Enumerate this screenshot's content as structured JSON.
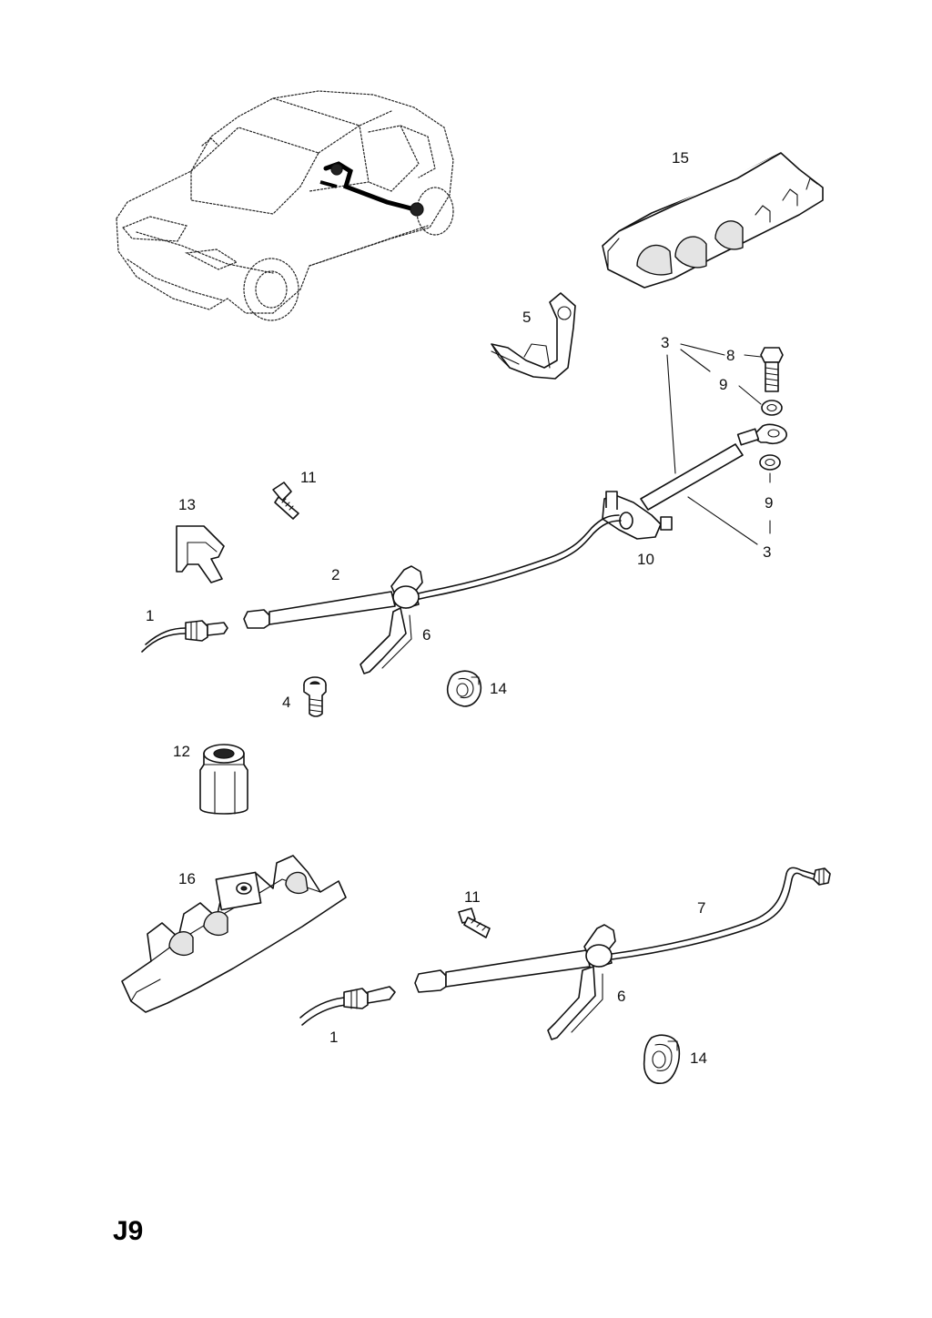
{
  "page": {
    "code": "J9"
  },
  "callouts": {
    "c1a": "1",
    "c1b": "1",
    "c2": "2",
    "c3a": "3",
    "c3b": "3",
    "c4": "4",
    "c5": "5",
    "c6a": "6",
    "c6b": "6",
    "c7": "7",
    "c8": "8",
    "c9a": "9",
    "c9b": "9",
    "c10": "10",
    "c11a": "11",
    "c11b": "11",
    "c12": "12",
    "c13": "13",
    "c14a": "14",
    "c14b": "14",
    "c15": "15",
    "c16": "16"
  }
}
